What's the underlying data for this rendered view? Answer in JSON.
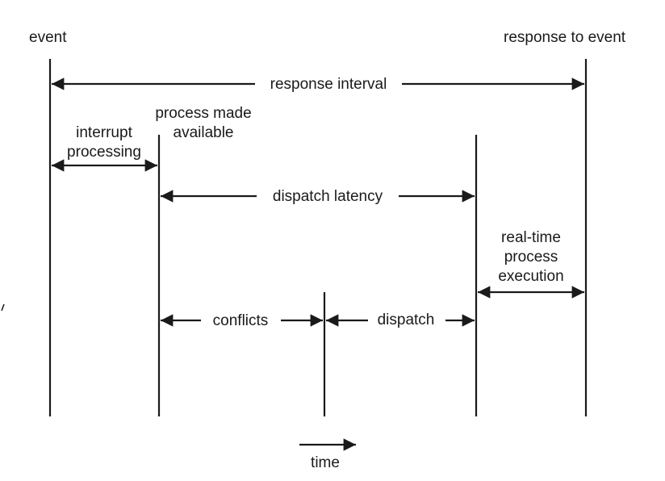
{
  "labels": {
    "event": "event",
    "response_to_event": "response to event",
    "response_interval": "response interval",
    "process_made_available_line1": "process made",
    "process_made_available_line2": "available",
    "interrupt_processing_line1": "interrupt",
    "interrupt_processing_line2": "processing",
    "dispatch_latency": "dispatch latency",
    "real_time_execution_line1": "real-time",
    "real_time_execution_line2": "process",
    "real_time_execution_line3": "execution",
    "conflicts": "conflicts",
    "dispatch": "dispatch",
    "time": "time"
  }
}
